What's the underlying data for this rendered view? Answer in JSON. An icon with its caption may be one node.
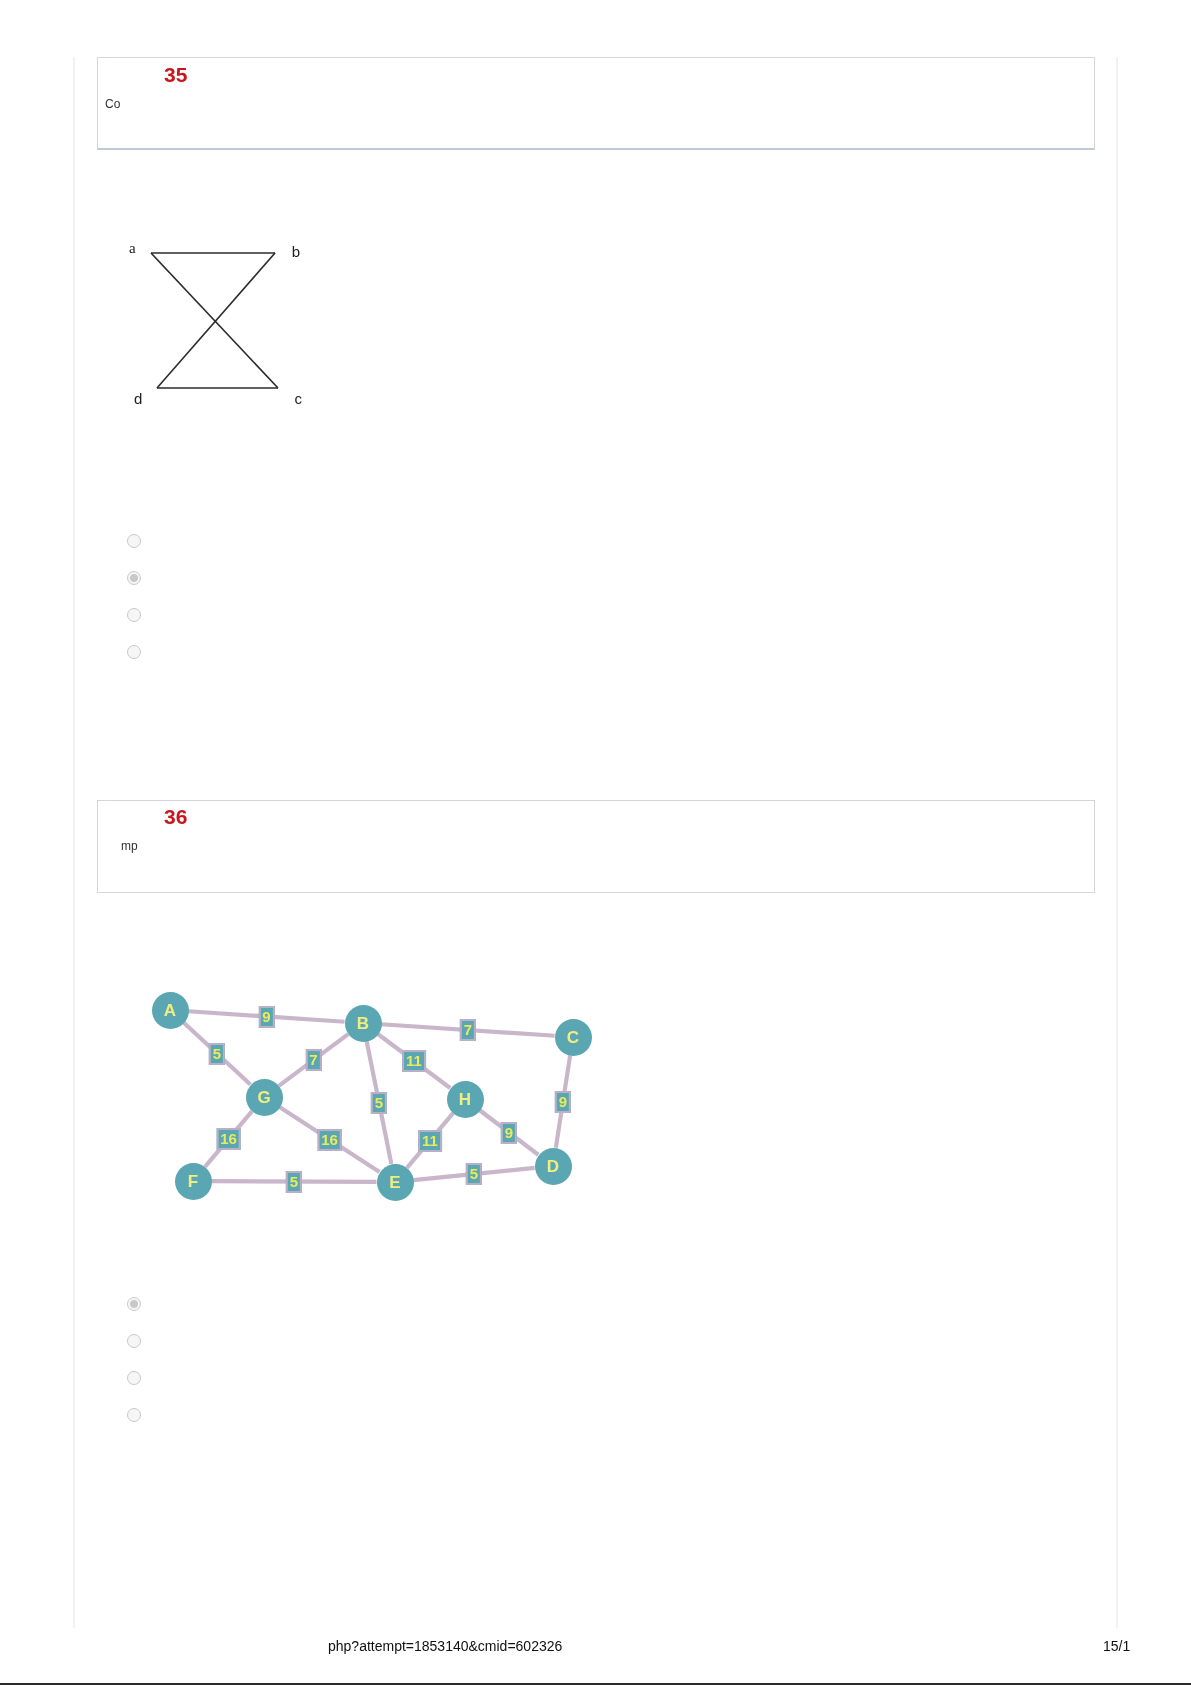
{
  "diagram": {
    "nodes": [
      {
        "text": [
          "35",
          "Co"
        ]
      },
      {
        "text": [
          "a"
        ]
      },
      {
        "text": [
          "b"
        ]
      },
      {
        "text": [
          "d"
        ]
      },
      {
        "text": [
          "c"
        ]
      },
      {
        "text": [
          "36",
          "mp"
        ]
      },
      {
        "text": [
          "A"
        ]
      },
      {
        "text": [
          "B"
        ]
      },
      {
        "text": [
          "C"
        ]
      },
      {
        "text": [
          "G"
        ]
      },
      {
        "text": [
          "H"
        ]
      },
      {
        "text": [
          "F"
        ]
      },
      {
        "text": [
          "E"
        ]
      },
      {
        "text": [
          "D"
        ]
      }
    ],
    "edges": [
      {
        "from": 1,
        "to": 2,
        "arrow": "none",
        "color": "#2b2b2b"
      },
      {
        "from": 1,
        "to": 4,
        "arrow": "none",
        "color": "#2b2b2b"
      },
      {
        "from": 2,
        "to": 3,
        "arrow": "none",
        "color": "#2b2b2b"
      },
      {
        "from": 3,
        "to": 4,
        "arrow": "none",
        "color": "#2b2b2b"
      },
      {
        "from": 6,
        "to": 7,
        "arrow": "none",
        "label": "9"
      },
      {
        "from": 6,
        "to": 9,
        "arrow": "none",
        "label": "5"
      },
      {
        "from": 7,
        "to": 8,
        "arrow": "none",
        "label": "7"
      },
      {
        "from": 7,
        "to": 9,
        "arrow": "none",
        "label": "7"
      },
      {
        "from": 7,
        "to": 10,
        "arrow": "none",
        "label": "11"
      },
      {
        "from": 7,
        "to": 12,
        "arrow": "none",
        "label": "5"
      },
      {
        "from": 8,
        "to": 13,
        "arrow": "none",
        "label": "9"
      },
      {
        "from": 9,
        "to": 11,
        "arrow": "none",
        "label": "16"
      },
      {
        "from": 9,
        "to": 12,
        "arrow": "none",
        "label": "16"
      },
      {
        "from": 10,
        "to": 12,
        "arrow": "none",
        "label": "11"
      },
      {
        "from": 10,
        "to": 13,
        "arrow": "none",
        "label": "9"
      },
      {
        "from": 11,
        "to": 12,
        "arrow": "none",
        "label": "5"
      },
      {
        "from": 12,
        "to": 13,
        "arrow": "none",
        "label": "5"
      }
    ],
    "labels": [
      "php?attempt=1853140&cmid=602326",
      "15/1"
    ]
  }
}
